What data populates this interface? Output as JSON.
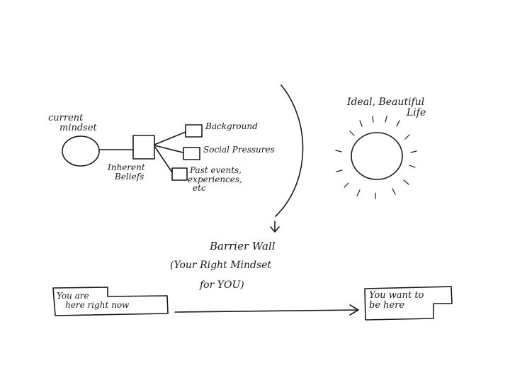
{
  "diagram": {
    "current_mindset": {
      "line1": "current",
      "line2": "mindset"
    },
    "inherent_beliefs": {
      "line1": "Inherent",
      "line2": "Beliefs"
    },
    "factors": {
      "background": "Background",
      "social_pressures": "Social Pressures",
      "past_events": {
        "line1": "Past events,",
        "line2": "experiences,",
        "line3": "etc"
      }
    },
    "ideal_life": {
      "line1": "Ideal, Beautiful",
      "line2": "Life"
    },
    "barrier": {
      "line1": "Barrier Wall",
      "line2": "(Your Right Mindset",
      "line3": "for YOU)"
    },
    "you_are_here": {
      "line1": "You are",
      "line2": "here right now"
    },
    "you_want_here": {
      "line1": "You want to",
      "line2": "be here"
    }
  }
}
